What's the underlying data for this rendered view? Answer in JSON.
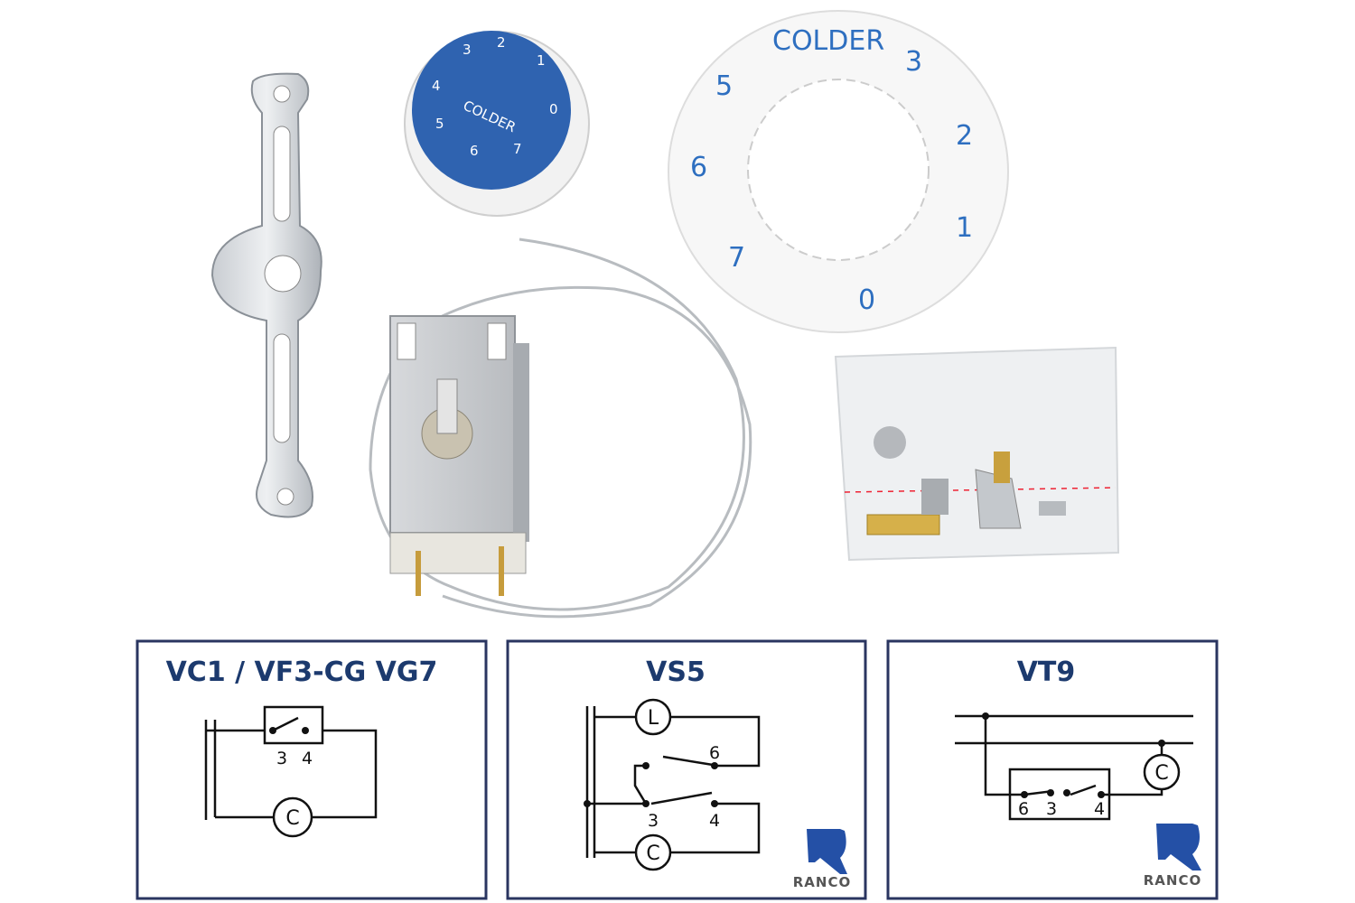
{
  "photo": {
    "components": [
      "mounting-bracket",
      "control-knob",
      "dial-plate",
      "thermostat",
      "capillary-tube",
      "accessory-bag"
    ],
    "knob": {
      "numbers": [
        "7",
        "6",
        "5",
        "4",
        "3",
        "2",
        "1",
        "0"
      ],
      "text": "COLDER",
      "color": "#2f63b0"
    },
    "dial_plate": {
      "text": "COLDER",
      "numbers": [
        "5",
        "3",
        "2",
        "1",
        "0",
        "7",
        "6"
      ],
      "color": "#2e6fc0"
    }
  },
  "diagrams": [
    {
      "title": "VC1 / VF3-CG  VG7",
      "terminals": [
        "3",
        "4"
      ],
      "load": "C"
    },
    {
      "title": "VS5",
      "terminals": [
        "6",
        "3",
        "4"
      ],
      "loads": [
        "L",
        "C"
      ],
      "logo": "RANCO"
    },
    {
      "title": "VT9",
      "terminals": [
        "6",
        "3",
        "4"
      ],
      "load": "C",
      "logo": "RANCO"
    }
  ],
  "colors": {
    "frame": "#2a3560",
    "title": "#1c3a6e",
    "logo": "#2450a6"
  }
}
